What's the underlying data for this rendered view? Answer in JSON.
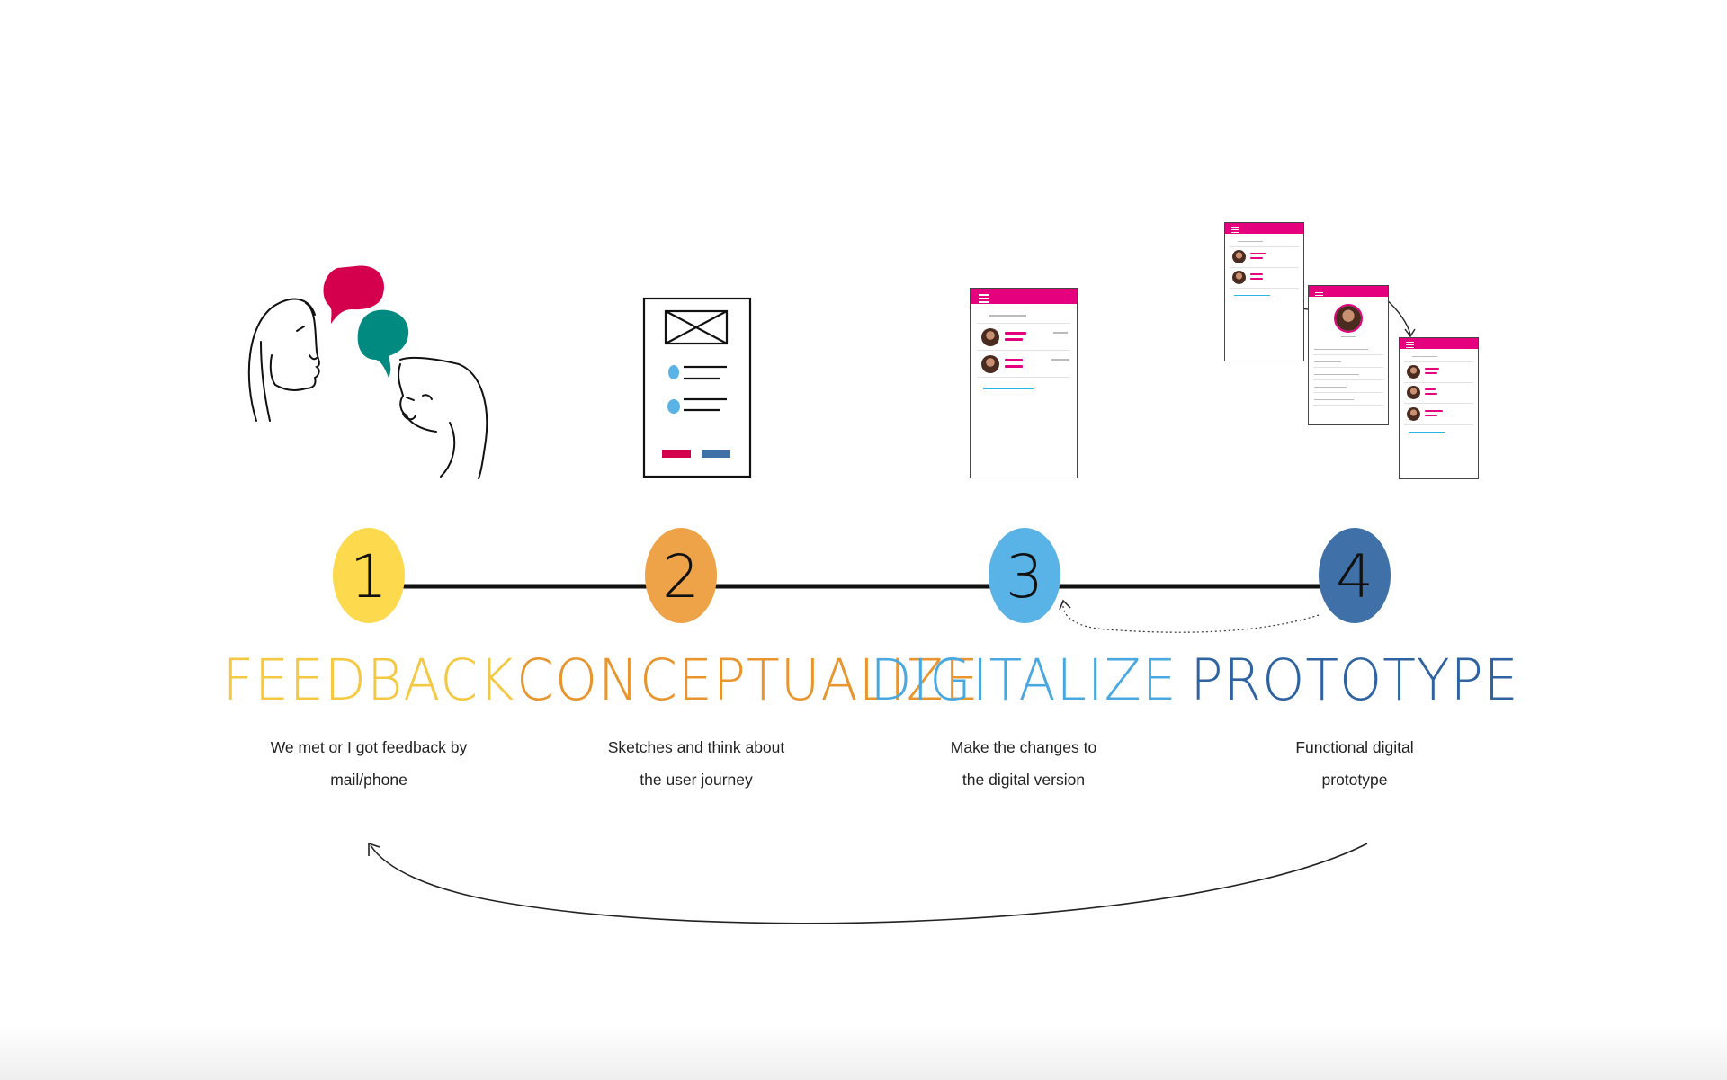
{
  "steps": [
    {
      "number": "1",
      "title": "FEEDBACK",
      "desc_line1": "We met or I got feedback by",
      "desc_line2": "mail/phone",
      "color": "#fcd94d",
      "title_color": "#f5c842"
    },
    {
      "number": "2",
      "title": "CONCEPTUALIZE",
      "desc_line1": "Sketches and think about",
      "desc_line2": "the user journey",
      "color": "#efa348",
      "title_color": "#e8952e"
    },
    {
      "number": "3",
      "title": "DIGITALIZE",
      "desc_line1": "Make the changes to",
      "desc_line2": "the digital version",
      "color": "#5ab3e6",
      "title_color": "#4aa8e0"
    },
    {
      "number": "4",
      "title": "PROTOTYPE",
      "desc_line1": "Functional digital",
      "desc_line2": "prototype",
      "color": "#3f70a8",
      "title_color": "#2f62a0"
    }
  ],
  "colors": {
    "bubble_pink": "#d4004d",
    "bubble_teal": "#008a80",
    "wire_pink": "#d4004d",
    "wire_blue": "#3f70a8",
    "wire_dot": "#5ab3e6",
    "app_accent": "#e5007e"
  }
}
